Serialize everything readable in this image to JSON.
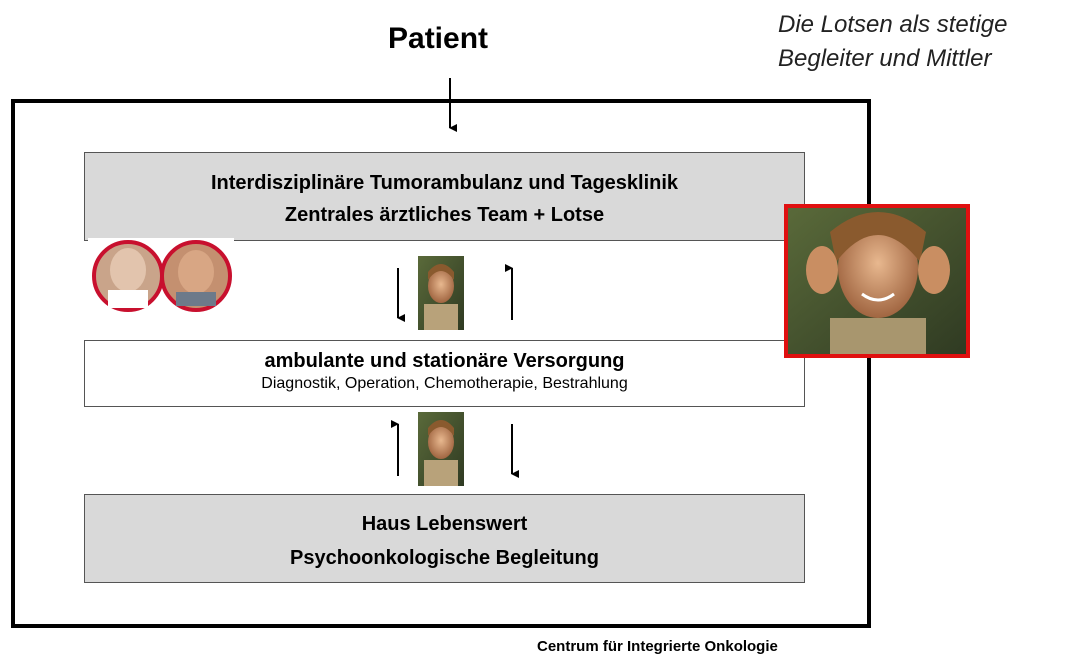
{
  "header": {
    "patient_label": "Patient",
    "caption_line1": "Die Lotsen als stetige",
    "caption_line2": "Begleiter und Mittler"
  },
  "boxes": {
    "top": {
      "line1": "Interdisziplinäre Tumorambulanz und Tagesklinik",
      "line2": "Zentrales ärztliches Team + Lotse"
    },
    "middle": {
      "line1": "ambulante  und stationäre Versorgung",
      "line2": "Diagnostik, Operation, Chemotherapie, Bestrahlung"
    },
    "bottom": {
      "line1": "Haus Lebenswert",
      "line2": "Psychoonkologische Begleitung"
    }
  },
  "footer": {
    "label": "Centrum für Integrierte Onkologie"
  },
  "colors": {
    "highlight_frame": "#e01010",
    "box_fill": "#d9d9d9"
  }
}
